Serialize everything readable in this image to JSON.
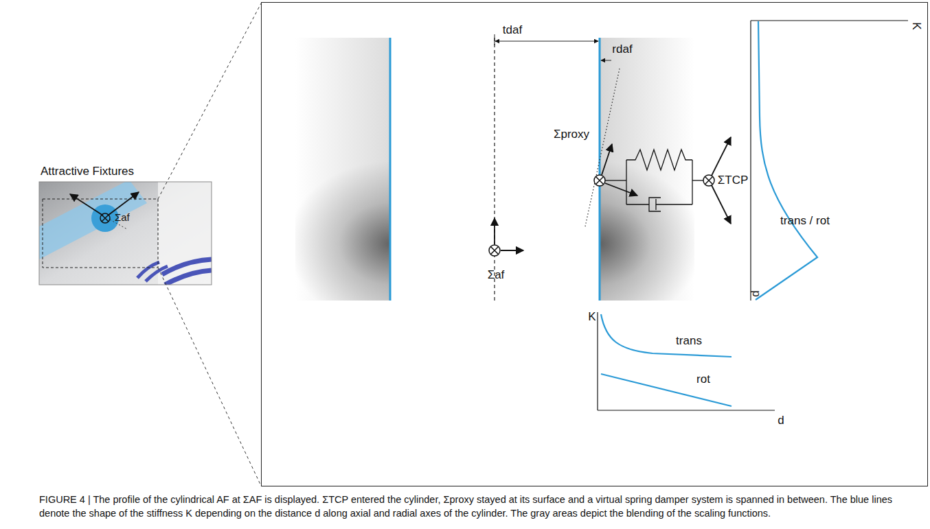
{
  "diagram": {
    "caption": "FIGURE 4 | The profile of the cylindrical AF at ΣAF is displayed. ΣTCP entered the cylinder, Σproxy stayed at its surface and a virtual spring damper system is spanned in between. The blue lines denote the shape of the stiffness K depending on the distance d along axial and radial axes of the cylinder. The gray areas depict the blending of the scaling functions.",
    "nodes": [
      {
        "text": [
          "Attractive Fixtures",
          "Σaf"
        ]
      }
    ],
    "labels": [
      "tdaf",
      "rdaf",
      "Σproxy",
      "ΣTCP",
      "Σaf",
      "K",
      "trans / rot",
      "p",
      "K",
      "trans",
      "rot",
      "d"
    ]
  }
}
